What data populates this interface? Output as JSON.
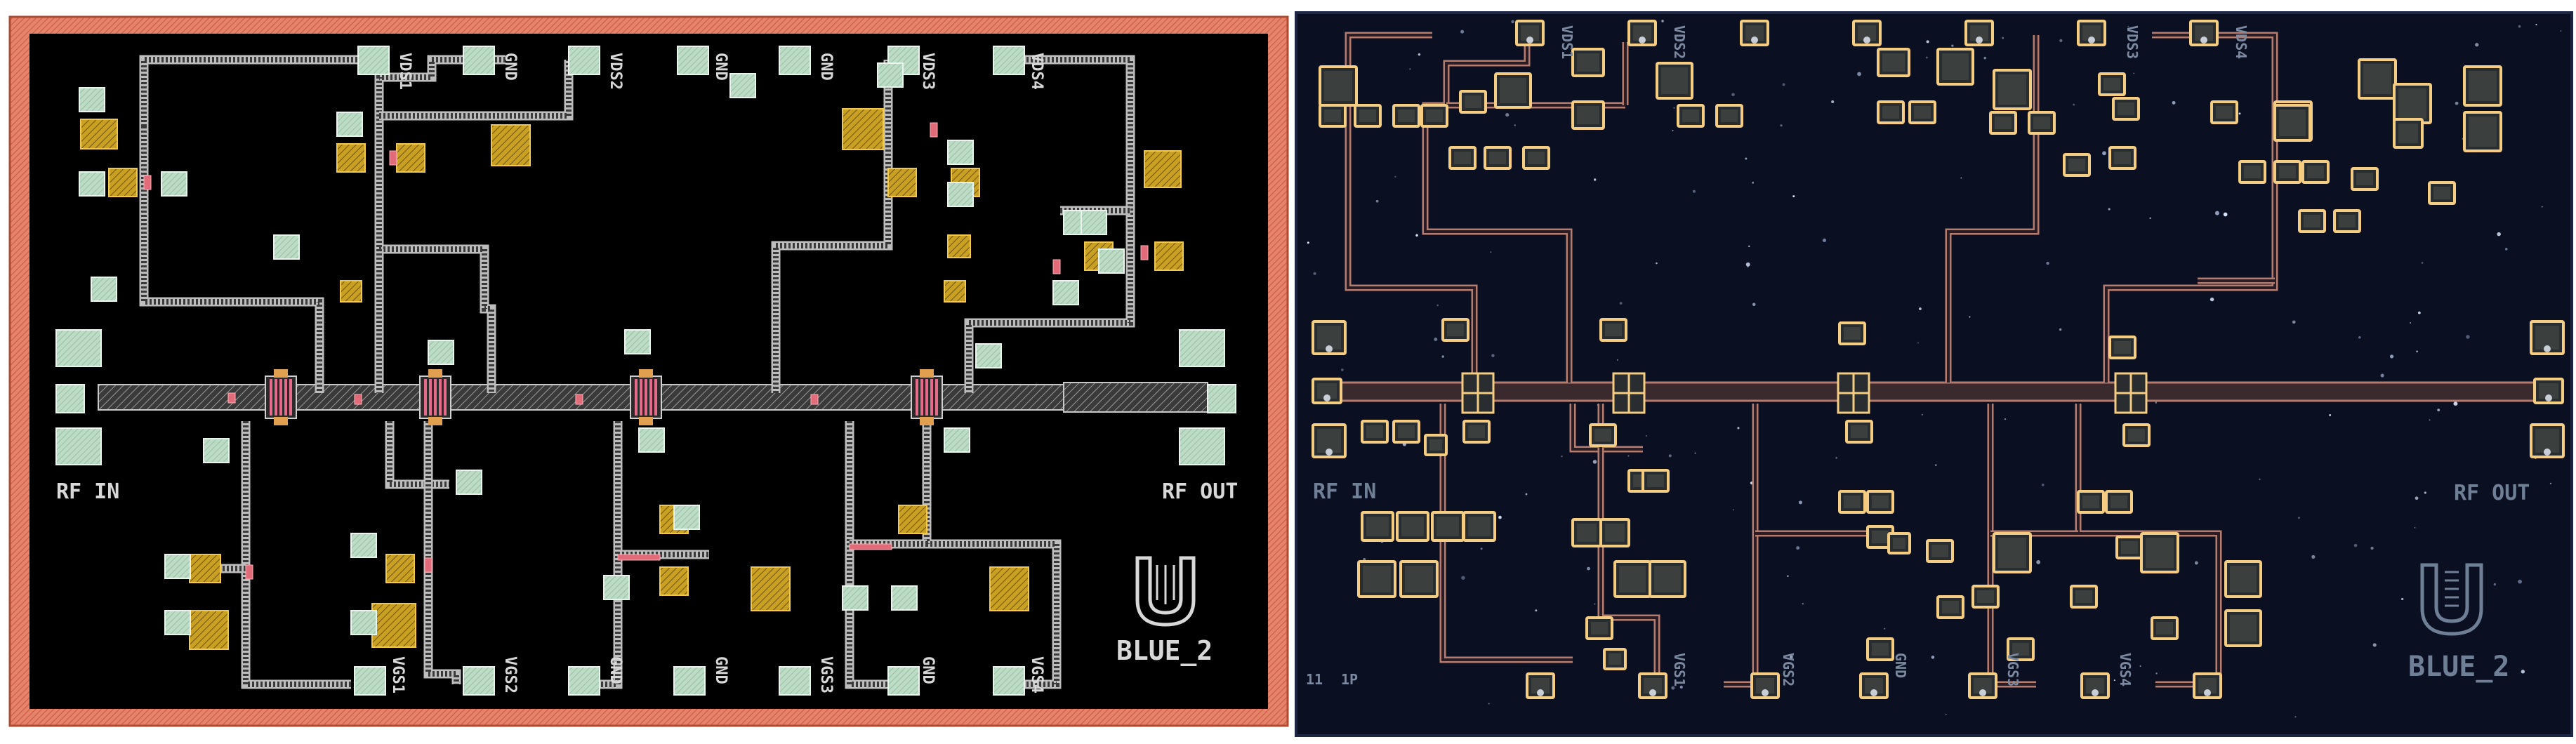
{
  "layout": {
    "pad_labels_top": [
      "VDS1",
      "GND",
      "VDS2",
      "GND",
      "GND",
      "VDS3",
      "VDS4"
    ],
    "pad_labels_bottom": [
      "VGS1",
      "VGS2",
      "GND",
      "GND",
      "VGS3",
      "GND",
      "VGS4"
    ],
    "rf_in_label": "RF IN",
    "rf_out_label": "RF OUT",
    "chip_name": "BLUE_2",
    "logo_icon": "horseshoe-logo-icon",
    "colors": {
      "frame": "#e6836a",
      "substrate": "#000000",
      "pad": "#bcdcc6",
      "capacitor": "#c9a022",
      "trace": "#8a8a8a",
      "text": "#d8d8d8"
    }
  },
  "photo": {
    "pad_labels_top": [
      "VDS1",
      "VDS2",
      "VDS3",
      "VDS4"
    ],
    "pad_labels_bottom": [
      "11",
      "1P",
      "VGS1",
      "VGS2",
      "GND",
      "VGS3",
      "VGS4"
    ],
    "rf_in_label": "RF IN",
    "rf_out_label": "RF OUT",
    "chip_name": "BLUE_2",
    "logo_icon": "horseshoe-logo-icon",
    "colors": {
      "substrate": "#0b0f22",
      "metal": "#f2c77a",
      "trace": "#c9907f",
      "text": "#7b8aa0"
    }
  }
}
